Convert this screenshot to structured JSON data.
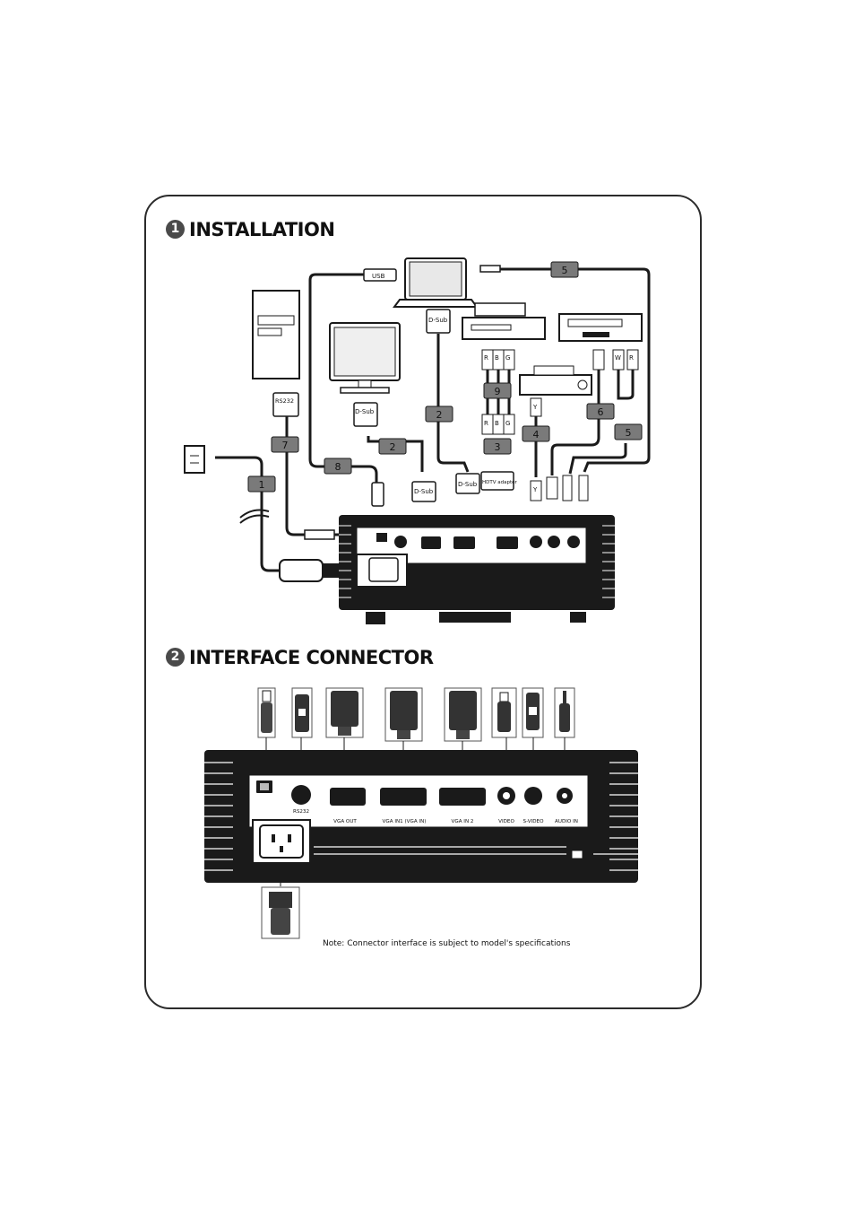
{
  "sections": [
    {
      "number": "1",
      "title": "INSTALLATION"
    },
    {
      "number": "2",
      "title": "INTERFACE CONNECTOR"
    }
  ],
  "installation": {
    "cables": [
      "5",
      "2",
      "9",
      "3",
      "4",
      "6",
      "5",
      "7",
      "8",
      "2",
      "1"
    ],
    "labels": {
      "usb": "USB",
      "dsub": "D-Sub",
      "rs232": "RS232",
      "hdtv_adapter": "HDTV adapter",
      "r": "R",
      "b": "B",
      "g": "G",
      "y": "Y",
      "w": "W"
    }
  },
  "interface": {
    "ports": [
      "RS232",
      "VGA OUT",
      "VGA IN1 (VGA IN)",
      "VGA IN 2",
      "VIDEO",
      "S-VIDEO",
      "AUDIO IN"
    ],
    "note": "Note: Connector interface is subject to model's specifications"
  },
  "colors": {
    "border": "#2b2b2b",
    "badge": "#7a7a7a",
    "dark": "#1a1a1a"
  }
}
